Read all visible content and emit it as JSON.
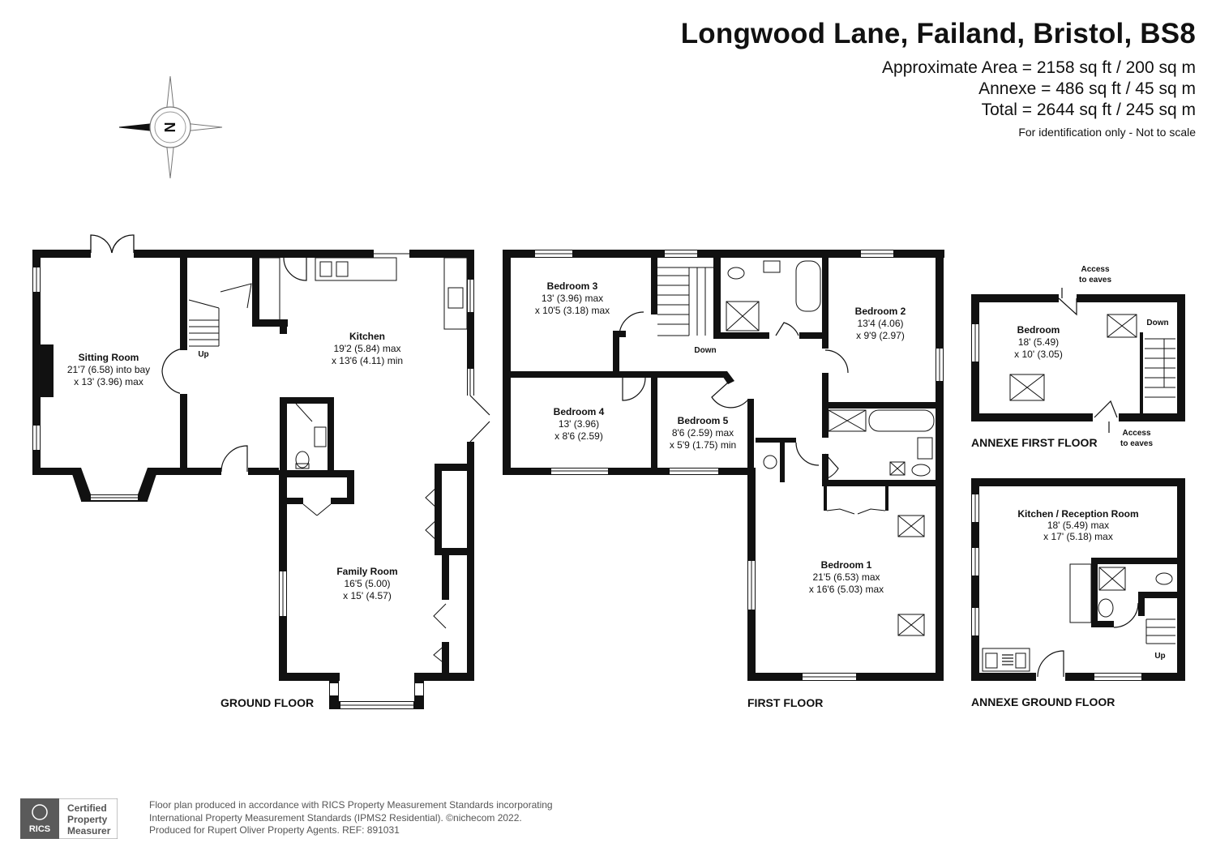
{
  "header": {
    "title": "Longwood Lane, Failand, Bristol, BS8",
    "area_main": "Approximate Area = 2158 sq ft / 200 sq m",
    "area_annexe": "Annexe = 486 sq ft / 45 sq m",
    "area_total": "Total = 2644 sq ft / 245 sq m",
    "note": "For identification only - Not to scale"
  },
  "compass": {
    "label": "N"
  },
  "floors": {
    "ground": "GROUND FLOOR",
    "first": "FIRST FLOOR",
    "annexe_first": "ANNEXE FIRST FLOOR",
    "annexe_ground": "ANNEXE GROUND FLOOR"
  },
  "rooms": {
    "sitting": {
      "name": "Sitting Room",
      "dim1": "21'7 (6.58) into bay",
      "dim2": "x 13' (3.96) max"
    },
    "kitchen": {
      "name": "Kitchen",
      "dim1": "19'2 (5.84) max",
      "dim2": "x 13'6 (4.11) min"
    },
    "family": {
      "name": "Family Room",
      "dim1": "16'5 (5.00)",
      "dim2": "x 15' (4.57)"
    },
    "bed3": {
      "name": "Bedroom 3",
      "dim1": "13' (3.96) max",
      "dim2": "x 10'5 (3.18) max"
    },
    "bed2": {
      "name": "Bedroom 2",
      "dim1": "13'4 (4.06)",
      "dim2": "x 9'9 (2.97)"
    },
    "bed4": {
      "name": "Bedroom 4",
      "dim1": "13' (3.96)",
      "dim2": "x 8'6 (2.59)"
    },
    "bed5": {
      "name": "Bedroom 5",
      "dim1": "8'6 (2.59) max",
      "dim2": "x 5'9 (1.75) min"
    },
    "bed1": {
      "name": "Bedroom 1",
      "dim1": "21'5 (6.53) max",
      "dim2": "x 16'6 (5.03) max"
    },
    "annexe_bed": {
      "name": "Bedroom",
      "dim1": "18' (5.49)",
      "dim2": "x 10' (3.05)"
    },
    "annexe_kitchen": {
      "name": "Kitchen / Reception Room",
      "dim1": "18' (5.49) max",
      "dim2": "x 17' (5.18) max"
    }
  },
  "labels": {
    "up": "Up",
    "down": "Down",
    "access1": "Access",
    "access2": "to eaves"
  },
  "footer": {
    "badge_org": "RICS",
    "badge_line1": "Certified",
    "badge_line2": "Property",
    "badge_line3": "Measurer",
    "line1": "Floor plan produced in accordance with RICS Property Measurement Standards incorporating",
    "line2": "International Property Measurement Standards (IPMS2 Residential).  ©nichecom 2022.",
    "line3": "Produced for Rupert Oliver Property Agents.   REF: 891031"
  }
}
